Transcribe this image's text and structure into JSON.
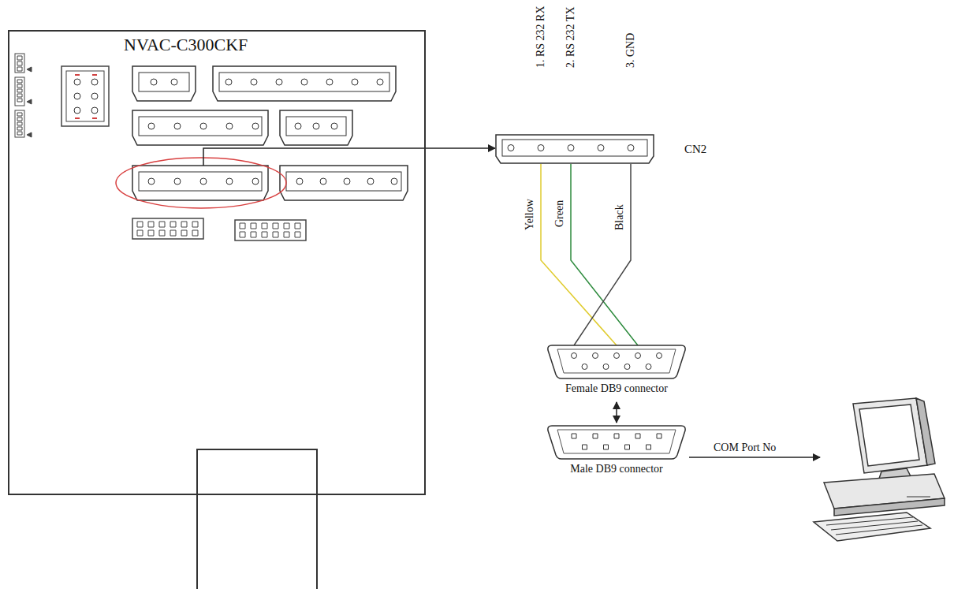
{
  "diagram": {
    "nodes": [
      {
        "text": [
          "NVAC-C300CKF"
        ]
      },
      {
        "text": [
          "CN2"
        ]
      },
      {
        "text": [
          "Female DB9 connector"
        ]
      },
      {
        "text": [
          "Male DB9 connector"
        ]
      }
    ],
    "edges": [
      {
        "from": 0,
        "to": 1,
        "arrow": "to"
      },
      {
        "from": 1,
        "to": 2,
        "label": "Yellow",
        "arrow": "none"
      },
      {
        "from": 1,
        "to": 2,
        "label": "Green",
        "arrow": "none"
      },
      {
        "from": 1,
        "to": 2,
        "label": "Black",
        "arrow": "none"
      },
      {
        "from": 2,
        "to": 3,
        "arrow": "both"
      }
    ],
    "labels": [
      "1. RS 232 RX",
      "2. RS 232 TX",
      "3. GND",
      "COM Port No"
    ]
  }
}
